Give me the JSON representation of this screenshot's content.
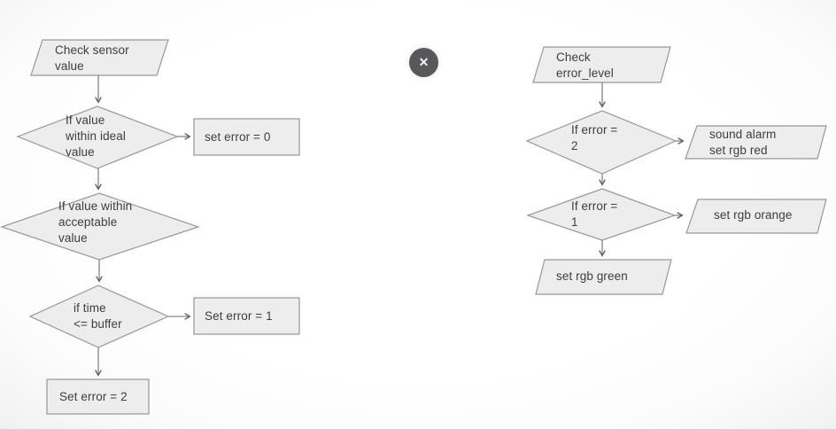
{
  "colors": {
    "shape_fill": "#ededed",
    "shape_stroke": "#979797",
    "connector": "#6e6e6e",
    "text": "#3d3d3d",
    "close_button_bg": "#58585a",
    "close_button_icon": "#f3f3f3",
    "background": "#fdfdfd"
  },
  "close_button": {
    "icon": "✕"
  },
  "flowcharts": {
    "left": {
      "nodes": [
        {
          "type": "io",
          "label": "Check sensor\nvalue"
        },
        {
          "type": "decision",
          "label": "If value\nwithin ideal\nvalue"
        },
        {
          "type": "process",
          "label": "set error = 0"
        },
        {
          "type": "decision",
          "label": "If value within\nacceptable\nvalue"
        },
        {
          "type": "decision",
          "label": "if time\n<= buffer"
        },
        {
          "type": "process",
          "label": "Set error = 1"
        },
        {
          "type": "process",
          "label": "Set error = 2"
        }
      ]
    },
    "right": {
      "nodes": [
        {
          "type": "io",
          "label": "Check\nerror_level"
        },
        {
          "type": "decision",
          "label": "If error =\n2"
        },
        {
          "type": "io",
          "label": "sound alarm\nset rgb red"
        },
        {
          "type": "decision",
          "label": "If error =\n1"
        },
        {
          "type": "io",
          "label": "set rgb orange"
        },
        {
          "type": "io",
          "label": "set rgb green"
        }
      ]
    }
  }
}
